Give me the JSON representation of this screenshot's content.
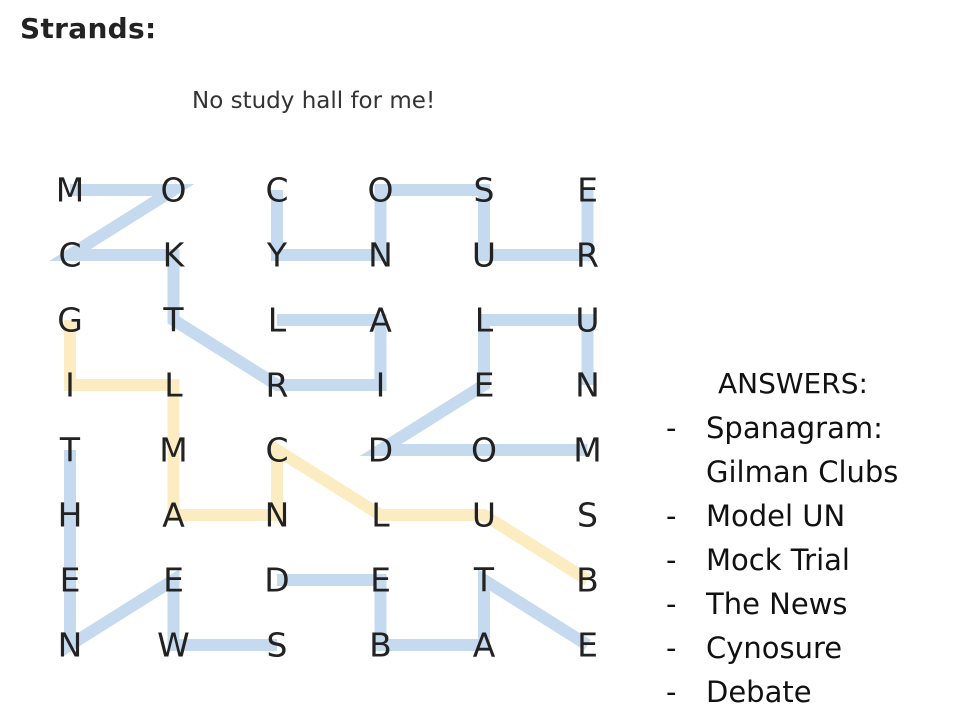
{
  "heading": "Strands:",
  "theme": "No study hall for me!",
  "grid": {
    "rows": [
      [
        "M",
        "O",
        "C",
        "O",
        "S",
        "E"
      ],
      [
        "C",
        "K",
        "Y",
        "N",
        "U",
        "R"
      ],
      [
        "G",
        "T",
        "L",
        "A",
        "L",
        "U"
      ],
      [
        "I",
        "L",
        "R",
        "I",
        "E",
        "N"
      ],
      [
        "T",
        "M",
        "C",
        "D",
        "O",
        "M"
      ],
      [
        "H",
        "A",
        "N",
        "L",
        "U",
        "S"
      ],
      [
        "E",
        "E",
        "D",
        "E",
        "T",
        "B"
      ],
      [
        "N",
        "W",
        "S",
        "B",
        "A",
        "E"
      ]
    ]
  },
  "paths": [
    {
      "kind": "theme-word",
      "color": "#c5d9ef",
      "cells": [
        [
          0,
          0
        ],
        [
          0,
          1
        ],
        [
          1,
          0
        ],
        [
          1,
          1
        ],
        [
          2,
          1
        ],
        [
          3,
          2
        ],
        [
          3,
          3
        ],
        [
          2,
          3
        ],
        [
          2,
          2
        ]
      ]
    },
    {
      "kind": "theme-word",
      "color": "#c5d9ef",
      "cells": [
        [
          0,
          2
        ],
        [
          1,
          2
        ],
        [
          1,
          3
        ],
        [
          0,
          3
        ],
        [
          0,
          4
        ],
        [
          1,
          4
        ],
        [
          1,
          5
        ],
        [
          0,
          5
        ]
      ]
    },
    {
      "kind": "theme-word",
      "color": "#c5d9ef",
      "cells": [
        [
          3,
          5
        ],
        [
          2,
          5
        ],
        [
          2,
          4
        ],
        [
          3,
          4
        ],
        [
          4,
          3
        ],
        [
          4,
          4
        ],
        [
          4,
          5
        ]
      ]
    },
    {
      "kind": "spanagram",
      "color": "#fbecc2",
      "cells": [
        [
          2,
          0
        ],
        [
          3,
          0
        ],
        [
          3,
          1
        ],
        [
          4,
          1
        ],
        [
          5,
          1
        ],
        [
          5,
          2
        ],
        [
          4,
          2
        ],
        [
          5,
          3
        ],
        [
          5,
          4
        ],
        [
          6,
          5
        ]
      ]
    },
    {
      "kind": "theme-word",
      "color": "#c5d9ef",
      "cells": [
        [
          4,
          0
        ],
        [
          5,
          0
        ],
        [
          6,
          0
        ],
        [
          7,
          0
        ],
        [
          6,
          1
        ],
        [
          7,
          1
        ],
        [
          7,
          2
        ]
      ]
    },
    {
      "kind": "theme-word",
      "color": "#c5d9ef",
      "cells": [
        [
          6,
          2
        ],
        [
          6,
          3
        ],
        [
          7,
          3
        ],
        [
          7,
          4
        ],
        [
          6,
          4
        ],
        [
          7,
          5
        ]
      ]
    }
  ],
  "answers": {
    "title": "ANSWERS:",
    "items": [
      "Spanagram:\nGilman Clubs",
      "Model UN",
      "Mock Trial",
      "The News",
      "Cynosure",
      "Debate"
    ]
  }
}
